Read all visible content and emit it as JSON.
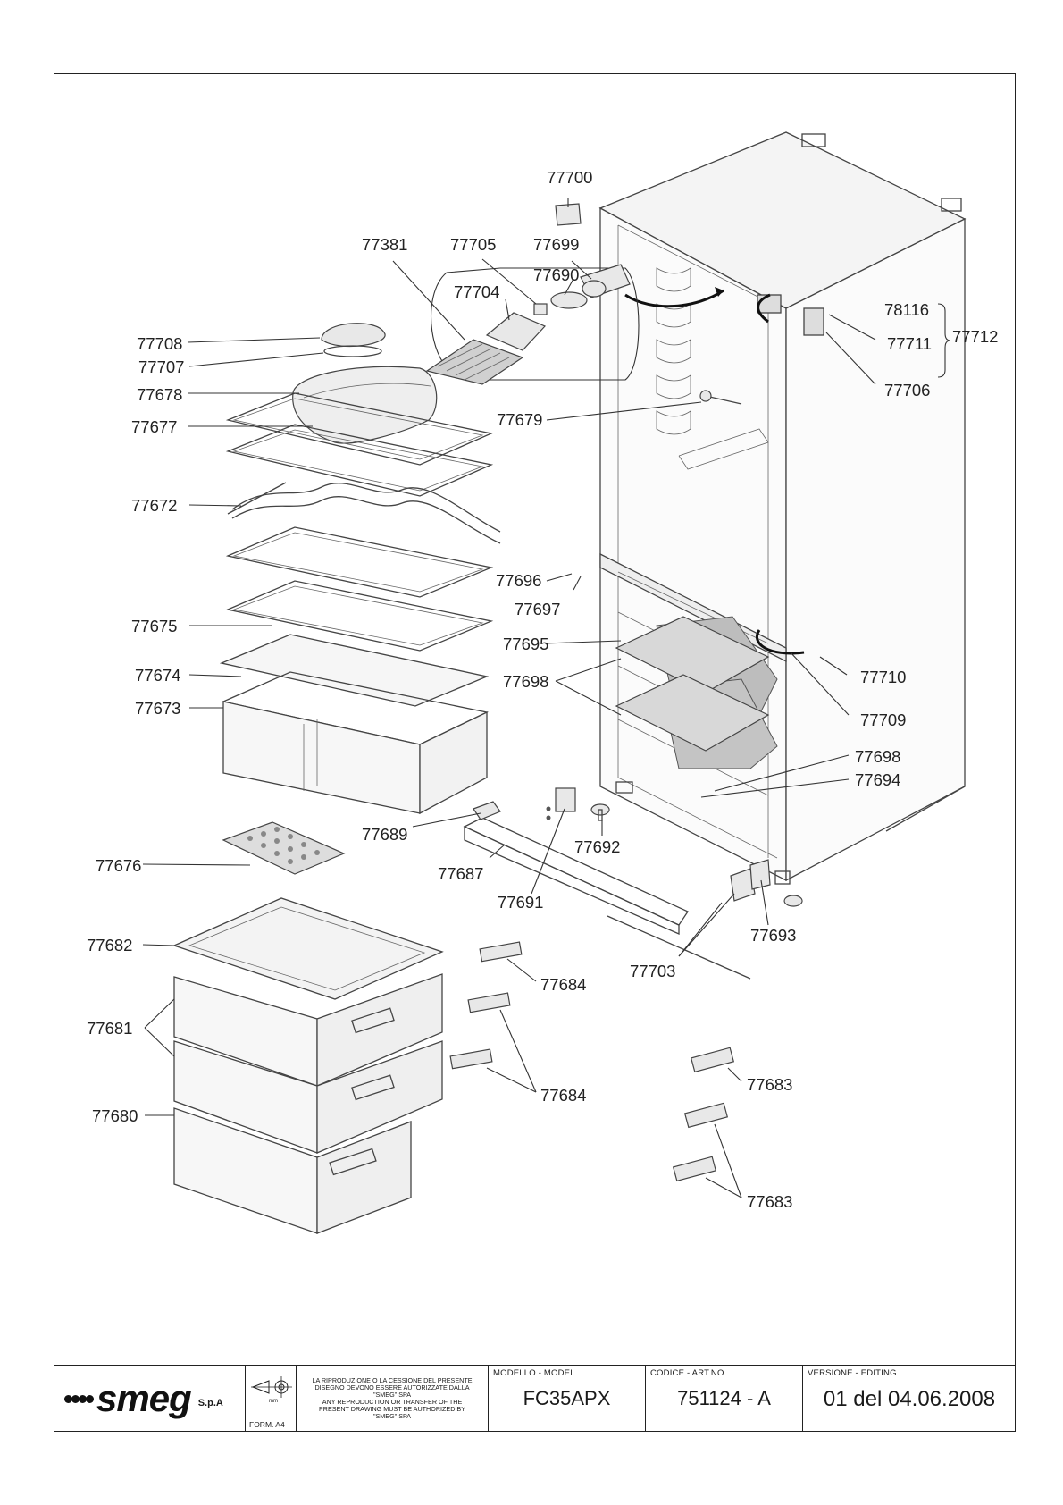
{
  "title_block": {
    "brand": "smeg",
    "brand_suffix": "S.p.A",
    "unit_symbol": "mm",
    "form": "FORM. A4",
    "notice_lines": [
      "LA RIPRODUZIONE O LA CESSIONE DEL PRESENTE",
      "DISEGNO DEVONO ESSERE AUTORIZZATE DALLA",
      "\"SMEG\" SPA",
      "ANY REPRODUCTION OR TRANSFER OF THE",
      "PRESENT DRAWING MUST BE AUTHORIZED BY",
      "\"SMEG\" SPA"
    ],
    "model_caption": "MODELLO - MODEL",
    "model_value": "FC35APX",
    "code_caption": "CODICE - ART.NO.",
    "code_value": "751124 - A",
    "version_caption": "VERSIONE - EDITING",
    "version_value": "01 del 04.06.2008"
  },
  "part_labels": {
    "p77700": "77700",
    "p77381": "77381",
    "p77705": "77705",
    "p77699": "77699",
    "p77690": "77690",
    "p77704": "77704",
    "p77708": "77708",
    "p77707": "77707",
    "p77678": "77678",
    "p77677": "77677",
    "p77672": "77672",
    "p77675": "77675",
    "p77674": "77674",
    "p77673": "77673",
    "p77676": "77676",
    "p77682": "77682",
    "p77681": "77681",
    "p77680": "77680",
    "p77679": "77679",
    "p77696": "77696",
    "p77697": "77697",
    "p77695": "77695",
    "p77698a": "77698",
    "p77698b": "77698",
    "p77694": "77694",
    "p77689": "77689",
    "p77692": "77692",
    "p77687": "77687",
    "p77691": "77691",
    "p77703": "77703",
    "p77693": "77693",
    "p77684a": "77684",
    "p77684b": "77684",
    "p77683a": "77683",
    "p77683b": "77683",
    "p78116": "78116",
    "p77711": "77711",
    "p77712": "77712",
    "p77706": "77706",
    "p77710": "77710",
    "p77709": "77709"
  }
}
